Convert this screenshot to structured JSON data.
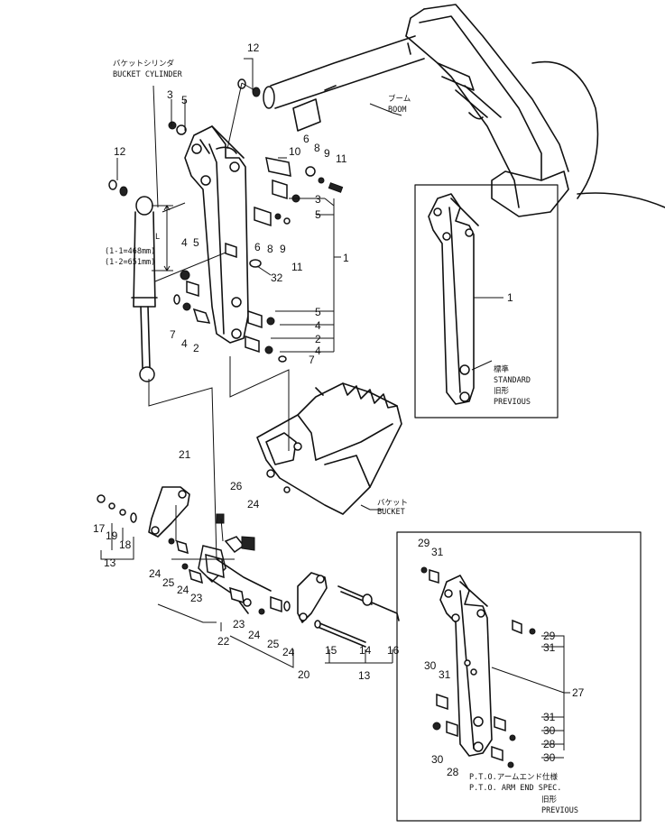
{
  "labels": {
    "bucket_cylinder_jp": "バケットシリンダ",
    "bucket_cylinder_en": "BUCKET CYLINDER",
    "boom_jp": "ブーム",
    "boom_en": "BOOM",
    "bucket_jp": "バケット",
    "bucket_en": "BUCKET",
    "standard_jp": "標準",
    "standard_en": "STANDARD",
    "previous_jp": "旧形",
    "previous_en": "PREVIOUS",
    "pto_jp": "P.T.O.アームエンド仕様",
    "pto_en": "P.T.O. ARM END SPEC.",
    "pto_previous_jp": "旧形",
    "pto_previous_en": "PREVIOUS",
    "dim_l": "L",
    "dim_1": "(1-1=468mm)",
    "dim_2": "(1-2=651mm)"
  },
  "numbers": {
    "n12a": "12",
    "n3a": "3",
    "n5a": "5",
    "n10": "10",
    "n6a": "6",
    "n8a": "8",
    "n9a": "9",
    "n11a": "11",
    "n3b": "3",
    "n5b": "5",
    "n12b": "12",
    "n6b": "6",
    "n8b": "8",
    "n9b": "9",
    "n11b": "11",
    "n1a": "1",
    "n4a": "4",
    "n5c": "5",
    "n32": "32",
    "n5d": "5",
    "n4b": "4",
    "n2a": "2",
    "n4c": "4",
    "n7a": "7",
    "n4d": "4",
    "n2b": "2",
    "n7b": "7",
    "n1b": "1",
    "n21": "21",
    "n26": "26",
    "n24a": "24",
    "n17": "17",
    "n19": "19",
    "n18": "18",
    "n13a": "13",
    "n24b": "24",
    "n25a": "25",
    "n24c": "24",
    "n23a": "23",
    "n23b": "23",
    "n24d": "24",
    "n25b": "25",
    "n24e": "24",
    "n22": "22",
    "n20": "20",
    "n15": "15",
    "n14": "14",
    "n16": "16",
    "n13b": "13",
    "n29a": "29",
    "n31a": "31",
    "n29b": "29",
    "n31b": "31",
    "n27": "27",
    "n30a": "30",
    "n31c": "31",
    "n31d": "31",
    "n30b": "30",
    "n28a": "28",
    "n30c": "30",
    "n28b": "28",
    "n30d": "30"
  }
}
